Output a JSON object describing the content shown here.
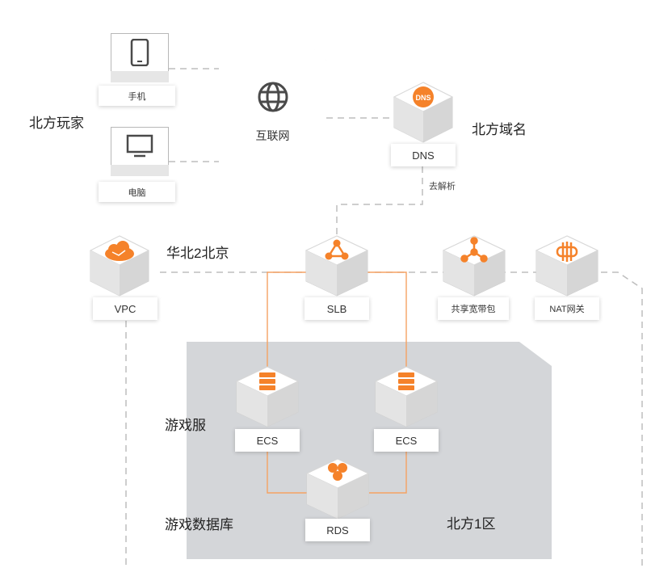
{
  "players": {
    "group_label": "北方玩家",
    "phone_label": "手机",
    "pc_label": "电脑"
  },
  "internet": {
    "label": "互联网",
    "icon": "globe-icon"
  },
  "dns": {
    "label": "DNS",
    "caption": "北方域名",
    "icon_text": "DNS"
  },
  "resolve_edge_label": "去解析",
  "region": {
    "caption": "华北2北京"
  },
  "vpc": {
    "label": "VPC"
  },
  "slb": {
    "label": "SLB"
  },
  "shared_bandwidth": {
    "label": "共享宽带包"
  },
  "nat": {
    "label": "NAT网关"
  },
  "zone": {
    "caption": "北方1区"
  },
  "game_server": {
    "caption": "游戏服",
    "ecs_left_label": "ECS",
    "ecs_right_label": "ECS"
  },
  "game_db": {
    "caption": "游戏数据库",
    "rds_label": "RDS"
  },
  "colors": {
    "accent": "#f5822a",
    "zone_bg": "#d4d6d9",
    "dashed_line": "#bdbdbd",
    "icon_gray": "#4a4a4a"
  }
}
